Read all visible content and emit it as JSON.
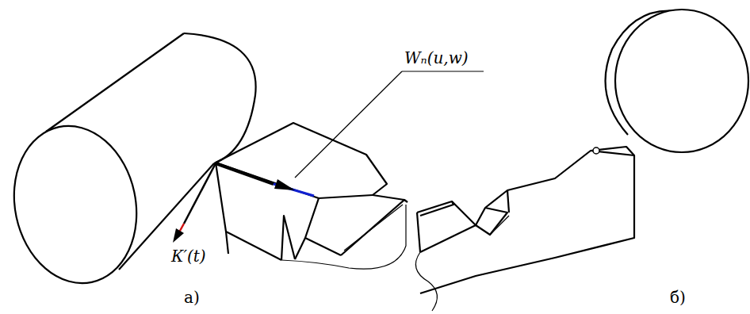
{
  "diagram": {
    "labels": [
      "Wₙ(u,w)",
      "К′(t)",
      "а)",
      "б)"
    ]
  }
}
